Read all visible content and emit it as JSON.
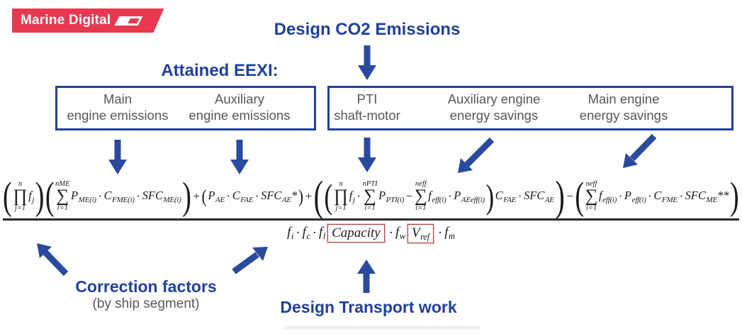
{
  "colors": {
    "brand_red": "#e8384f",
    "accent_blue": "#2a4a9e",
    "heading_blue": "#21409a",
    "box_text_gray": "#56575b",
    "formula_black": "#1b1b1b",
    "red_highlight_border": "#a93c3c"
  },
  "logo": {
    "text": "Marine Digital"
  },
  "headings": {
    "design_co2": "Design CO2 Emissions",
    "attained_eexi": "Attained EEXI:",
    "correction_factors": "Correction factors",
    "correction_sub": "(by ship segment)",
    "transport_work": "Design Transport work"
  },
  "boxes": {
    "emissions": {
      "items": [
        {
          "line1": "Main",
          "line2": "engine emissions"
        },
        {
          "line1": "Auxiliary",
          "line2": "engine emissions"
        }
      ]
    },
    "savings": {
      "items": [
        {
          "line1": "PTI",
          "line2": "shaft-motor"
        },
        {
          "line1": "Auxiliary engine",
          "line2": "energy savings"
        },
        {
          "line1": "Main engine",
          "line2": "energy savings"
        }
      ]
    }
  },
  "sym": {
    "lp": "(",
    "rp": ")",
    "dot": "·",
    "plus": "+",
    "minus": "−",
    "prod": "∏",
    "sum": "∑"
  },
  "formula": {
    "num": {
      "prod1_top": "n",
      "prod1_bot": "j=1",
      "fj1_b": "f",
      "fj1_s": "j",
      "sum1_top": "nME",
      "sum1_bot": "i=1",
      "PME_b": "P",
      "PME_s": "ME(i)",
      "CFME_b": "C",
      "CFME_s": "FME(i)",
      "SFCME_b": "SFC",
      "SFCME_s": "ME(i)",
      "PAE_b": "P",
      "PAE_s": "AE",
      "CFAE_b": "C",
      "CFAE_s": "FAE",
      "SFCAE_b": "SFC",
      "SFCAE_s": "AE",
      "sfcae_star": "*",
      "prod2_top": "n",
      "prod2_bot": "j=1",
      "fj2_b": "f",
      "fj2_s": "j",
      "sum2_top": "nPTI",
      "sum2_bot": "i=1",
      "PPTI_b": "P",
      "PPTI_s": "PTI(i)",
      "sum3_top": "neff",
      "sum3_bot": "i=1",
      "feff1_b": "f",
      "feff1_s": "eff(i)",
      "PAEeff_b": "P",
      "PAEeff_s": "AEeff(i)",
      "CFAE2_b": "C",
      "CFAE2_s": "FAE",
      "SFCAE2_b": "SFC",
      "SFCAE2_s": "AE",
      "sum4_top": "neff",
      "sum4_bot": "i=1",
      "feff2_b": "f",
      "feff2_s": "eff(i)",
      "Peff_b": "P",
      "Peff_s": "eff(i)",
      "CFME2_b": "C",
      "CFME2_s": "FME",
      "SFCME2_b": "SFC",
      "SFCME2_s": "ME",
      "sfcme_dstar": "**"
    },
    "den": {
      "fi_b": "f",
      "fi_s": "i",
      "fc_b": "f",
      "fc_s": "c",
      "fl_b": "f",
      "fl_s": "l",
      "capacity": "Capacity",
      "fw_b": "f",
      "fw_s": "w",
      "vref_b": "V",
      "vref_s": "ref",
      "fm_b": "f",
      "fm_s": "m"
    }
  }
}
